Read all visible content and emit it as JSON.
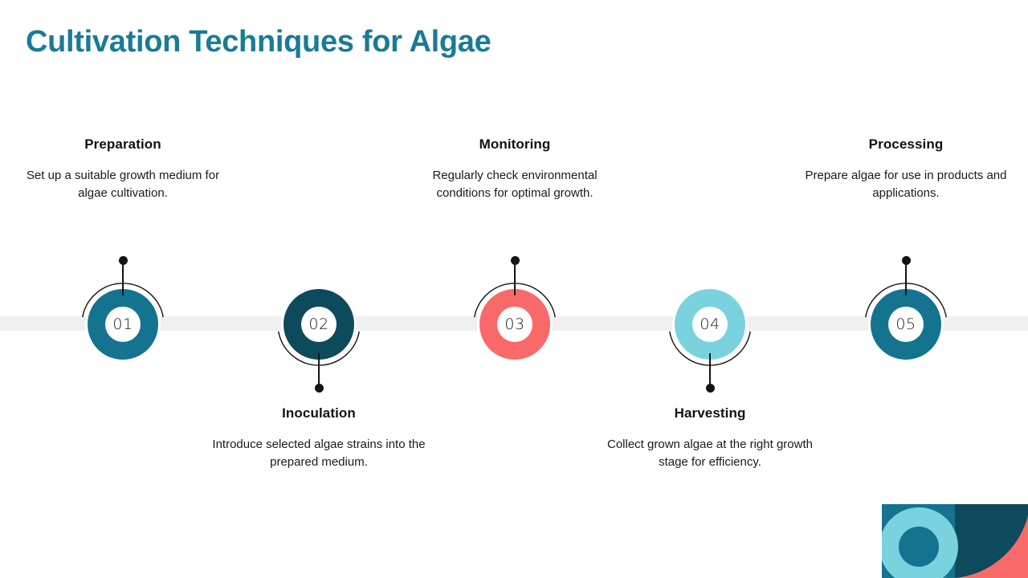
{
  "slide": {
    "title": "Cultivation Techniques for Algae",
    "title_color": "#1A7B96",
    "background": "#ffffff",
    "timeline_band_color": "#f0f0f0"
  },
  "palette": {
    "teal": "#14738F",
    "dark_teal": "#0C4A5C",
    "coral": "#F86A6A",
    "light_cyan": "#7BD2DF",
    "connector": "#141414",
    "text": "#111111"
  },
  "steps": [
    {
      "number": "01",
      "heading": "Preparation",
      "description": "Set up a suitable growth medium for algae cultivation.",
      "color": "#14738F",
      "position": "above"
    },
    {
      "number": "02",
      "heading": "Inoculation",
      "description": "Introduce selected algae strains into the prepared medium.",
      "color": "#0C4A5C",
      "position": "below"
    },
    {
      "number": "03",
      "heading": "Monitoring",
      "description": "Regularly check environmental conditions for optimal growth.",
      "color": "#F86A6A",
      "position": "above"
    },
    {
      "number": "04",
      "heading": "Harvesting",
      "description": "Collect grown algae at the right growth stage for efficiency.",
      "color": "#7BD2DF",
      "position": "below"
    },
    {
      "number": "05",
      "heading": "Processing",
      "description": "Prepare algae for use in products and applications.",
      "color": "#14738F",
      "position": "above"
    }
  ],
  "decoration": {
    "name": "corner-logo-mark",
    "square_color": "#14738F",
    "ring_color": "#7BD2DF",
    "quarter_color": "#0C4A5C",
    "accent_color": "#F86A6A"
  }
}
